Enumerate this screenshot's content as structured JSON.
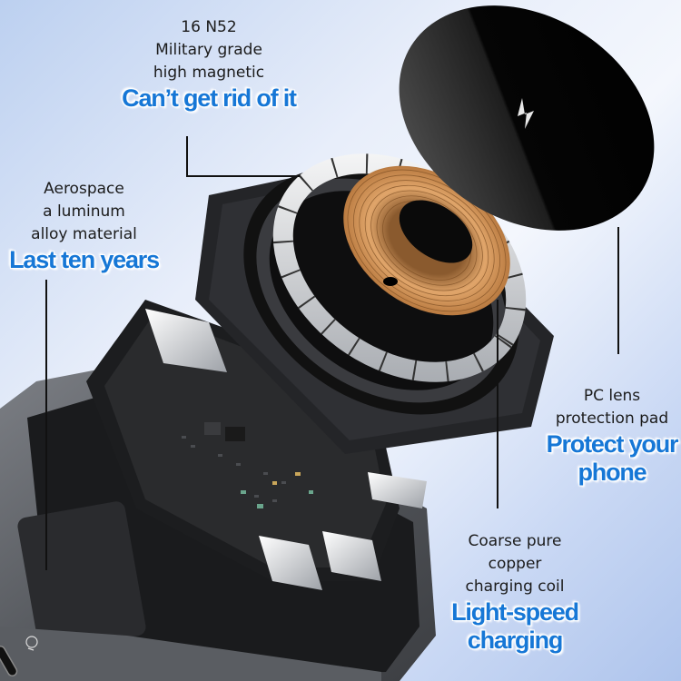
{
  "image": {
    "subject": "exploded view of magnetic wireless charger power bank",
    "background_color_start": "#bcd0f0",
    "background_color_end": "#aec4ec",
    "slogan_color": "#1677d6",
    "text_color": "#1b1b1b"
  },
  "callouts": [
    {
      "id": "magnet",
      "lines": [
        "16 N52",
        "Military grade",
        "high magnetic"
      ],
      "slogan": [
        "Can’t get rid of it"
      ]
    },
    {
      "id": "alloy",
      "lines": [
        "Aerospace",
        "a luminum",
        "alloy material"
      ],
      "slogan": [
        "Last ten years"
      ]
    },
    {
      "id": "lens",
      "lines": [
        "PC lens",
        "protection pad"
      ],
      "slogan": [
        "Protect your",
        "phone"
      ]
    },
    {
      "id": "coil",
      "lines": [
        "Coarse pure",
        "copper",
        "charging coil"
      ],
      "slogan": [
        "Light-speed",
        "charging"
      ]
    }
  ],
  "device": {
    "lens_icon": "lightning-bolt-icon",
    "side_icon": "light-bulb-icon",
    "port": "usb-c-port",
    "coil_color": "#c98a4e",
    "body_color": "#2b2c2f",
    "shell_color": "#5d6065"
  }
}
